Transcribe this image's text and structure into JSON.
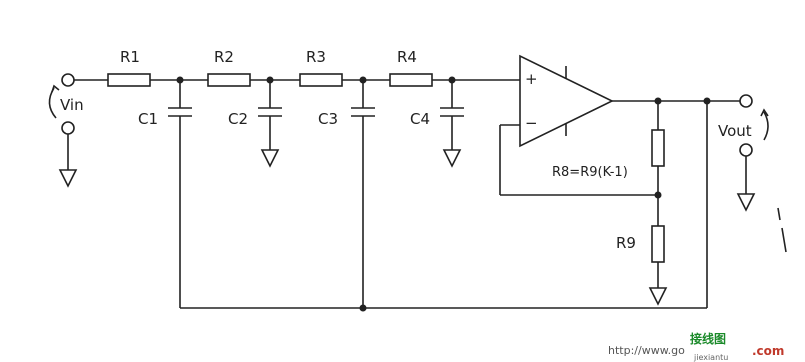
{
  "diagram": {
    "input_label": "Vin",
    "output_label": "Vout",
    "resistors": [
      "R1",
      "R2",
      "R3",
      "R4"
    ],
    "capacitors": [
      "C1",
      "C2",
      "C3",
      "C4"
    ],
    "opamp_plus": "+",
    "opamp_minus": "−",
    "feedback_resistor_label": "R8=R9(K-1)",
    "ground_resistor_label": "R9"
  },
  "watermark": {
    "logo": "接线图",
    "url": "http://www.go",
    "url_tail": "",
    "site": "jiexiantu",
    "brand": ".com"
  },
  "colors": {
    "ink": "#222222",
    "watermark_green": "#1b8a2a",
    "watermark_red": "#c0392b"
  }
}
